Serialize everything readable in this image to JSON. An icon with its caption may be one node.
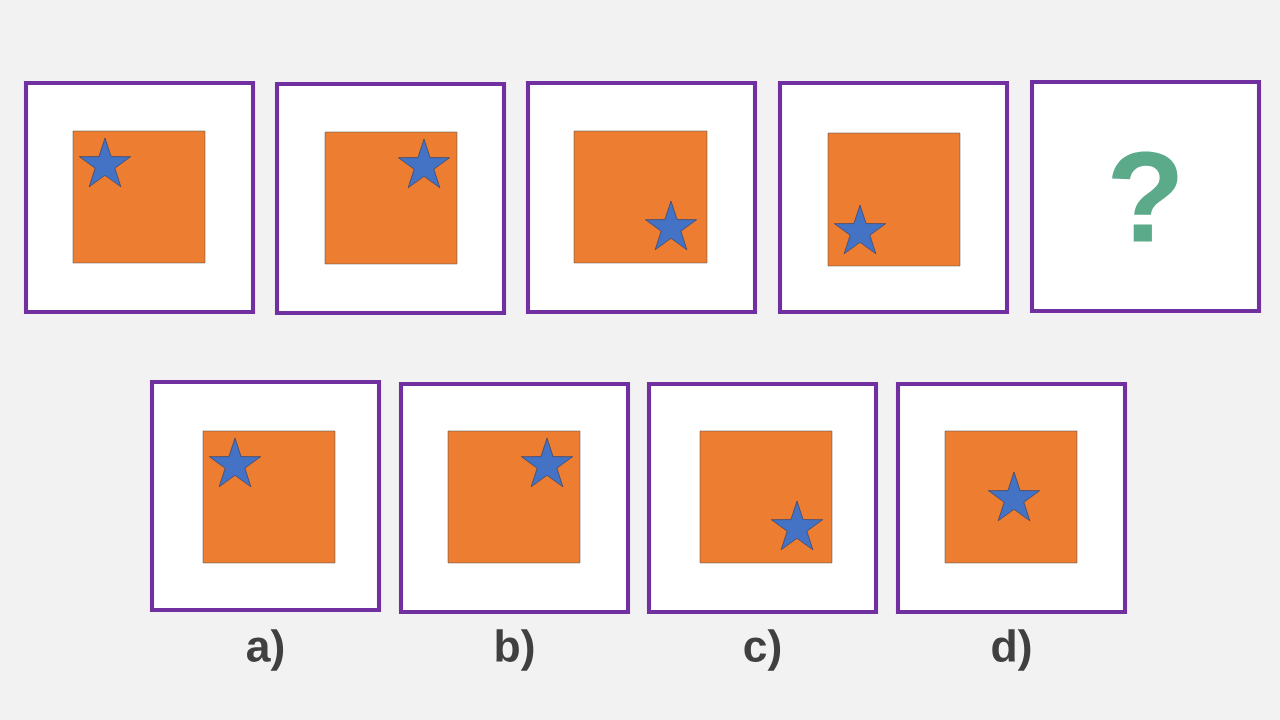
{
  "diagram": {
    "nodes": [
      {
        "text": [],
        "shape": "box"
      },
      {
        "text": [],
        "shape": "box"
      },
      {
        "text": [],
        "shape": "box"
      },
      {
        "text": [],
        "shape": "box"
      },
      {
        "text": [
          "?"
        ]
      },
      {
        "text": [],
        "shape": "box",
        "beside": [
          "a)"
        ]
      },
      {
        "text": [],
        "shape": "box",
        "beside": [
          "b)"
        ]
      },
      {
        "text": [],
        "shape": "box",
        "beside": [
          "c)"
        ]
      },
      {
        "text": [],
        "shape": "box",
        "beside": [
          "d)"
        ]
      }
    ]
  }
}
